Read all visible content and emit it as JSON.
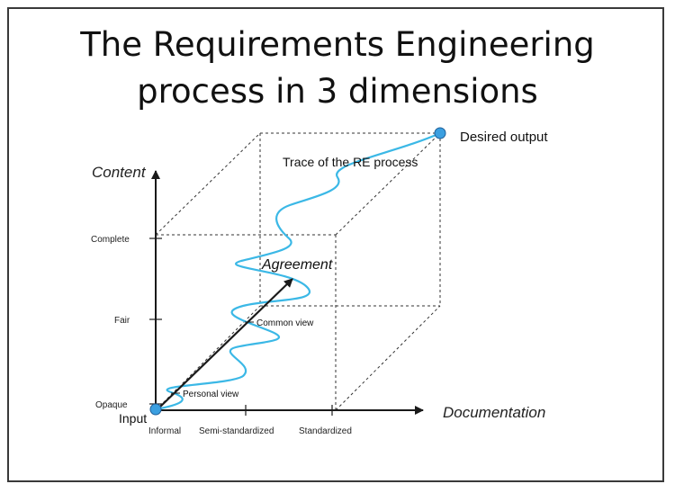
{
  "title": {
    "line1": "The Requirements Engineering",
    "line2": "process in 3 dimensions"
  },
  "axes": {
    "content": {
      "label": "Content",
      "ticks": [
        "Opaque",
        "Fair",
        "Complete"
      ]
    },
    "documentation": {
      "label": "Documentation",
      "ticks": [
        "Informal",
        "Semi-standardized",
        "Standardized"
      ]
    }
  },
  "labels": {
    "input": "Input",
    "desired_output": "Desired output",
    "trace": "Trace of the RE process",
    "agreement": "Agreement",
    "common_view": "Common view",
    "personal_view": "Personal view"
  },
  "colors": {
    "trace": "#3bb8e6",
    "node_fill": "#3b9fe0",
    "node_stroke": "#1f5f99",
    "axis": "#1a1a1a",
    "cube_edge": "#333333"
  }
}
